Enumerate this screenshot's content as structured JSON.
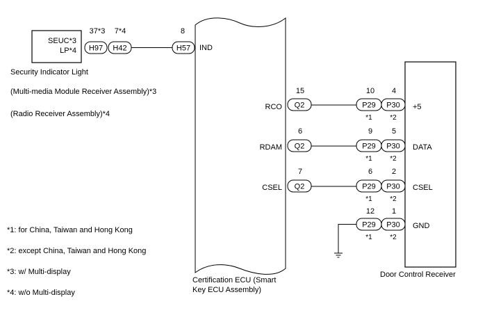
{
  "security_light": {
    "label_line1": "SEUC*3",
    "label_line2": "LP*4",
    "caption": "Security Indicator Light",
    "connectors": [
      {
        "pin": "37*3",
        "name": "H97"
      },
      {
        "pin": "7*4",
        "name": "H42"
      }
    ]
  },
  "ecu_input": {
    "pin": "8",
    "name": "H57",
    "signal": "IND"
  },
  "assembly_notes": [
    "(Multi-media Module Receiver Assembly)*3",
    "(Radio Receiver Assembly)*4"
  ],
  "ecu": {
    "caption_line1": "Certification ECU (Smart",
    "caption_line2": "Key ECU Assembly)"
  },
  "receiver": {
    "caption": "Door Control Receiver"
  },
  "circuits": [
    {
      "ecu_signal": "RCO",
      "ecu_pin": "15",
      "ecu_conn": "Q2",
      "p29_pin": "10",
      "p29": "P29",
      "p29_note": "*1",
      "p30_pin": "4",
      "p30": "P30",
      "p30_note": "*2",
      "recv_signal": "+5"
    },
    {
      "ecu_signal": "RDAM",
      "ecu_pin": "6",
      "ecu_conn": "Q2",
      "p29_pin": "9",
      "p29": "P29",
      "p29_note": "*1",
      "p30_pin": "5",
      "p30": "P30",
      "p30_note": "*2",
      "recv_signal": "DATA"
    },
    {
      "ecu_signal": "CSEL",
      "ecu_pin": "7",
      "ecu_conn": "Q2",
      "p29_pin": "6",
      "p29": "P29",
      "p29_note": "*1",
      "p30_pin": "2",
      "p30": "P30",
      "p30_note": "*2",
      "recv_signal": "CSEL"
    }
  ],
  "ground": {
    "p29_pin": "12",
    "p29": "P29",
    "p29_note": "*1",
    "p30_pin": "1",
    "p30": "P30",
    "p30_note": "*2",
    "recv_signal": "GND"
  },
  "footnotes": [
    "*1: for China, Taiwan and Hong Kong",
    "*2: except China, Taiwan and Hong Kong",
    "*3: w/ Multi-display",
    "*4: w/o Multi-display"
  ]
}
